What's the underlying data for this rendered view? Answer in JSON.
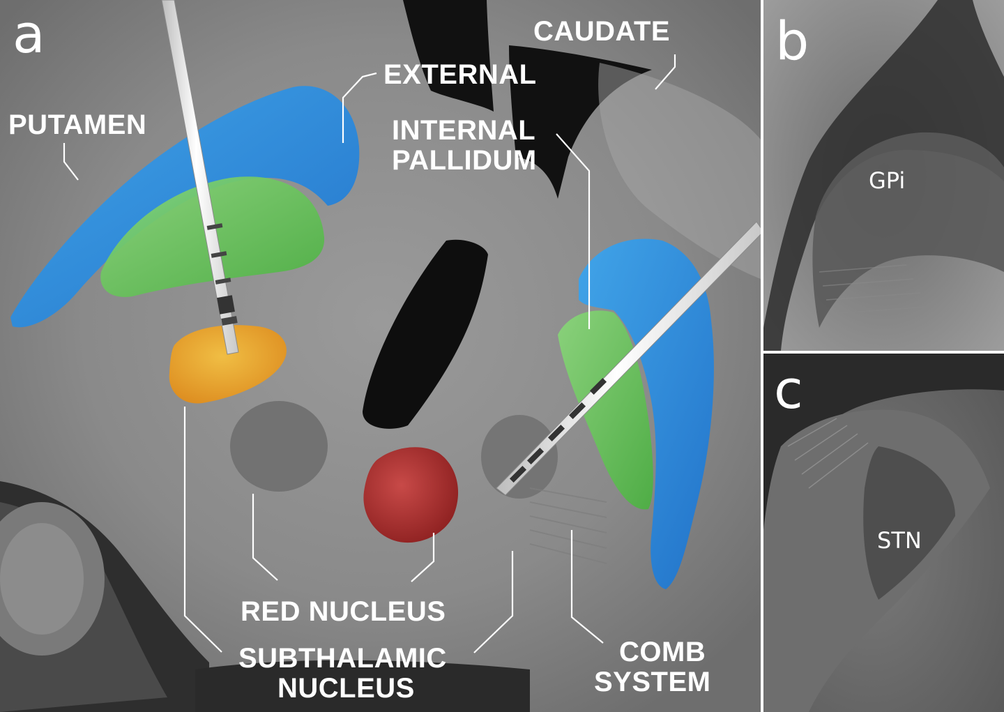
{
  "panels": {
    "a": "a",
    "b": "b",
    "c": "c"
  },
  "labels": {
    "putamen": "PUTAMEN",
    "external": "EXTERNAL",
    "caudate": "CAUDATE",
    "internal_line1": "INTERNAL",
    "internal_line2": "PALLIDUM",
    "red_nucleus": "RED NUCLEUS",
    "subthalamic_line1": "SUBTHALAMIC",
    "subthalamic_line2": "NUCLEUS",
    "comb_line1": "COMB",
    "comb_line2": "SYSTEM",
    "gpi": "GPi",
    "stn": "STN"
  },
  "colors": {
    "putamen_external": "#1e8fe0",
    "internal_pallidum": "#5cc84a",
    "subthalamic": "#f0a020",
    "red_nucleus": "#a82828"
  }
}
